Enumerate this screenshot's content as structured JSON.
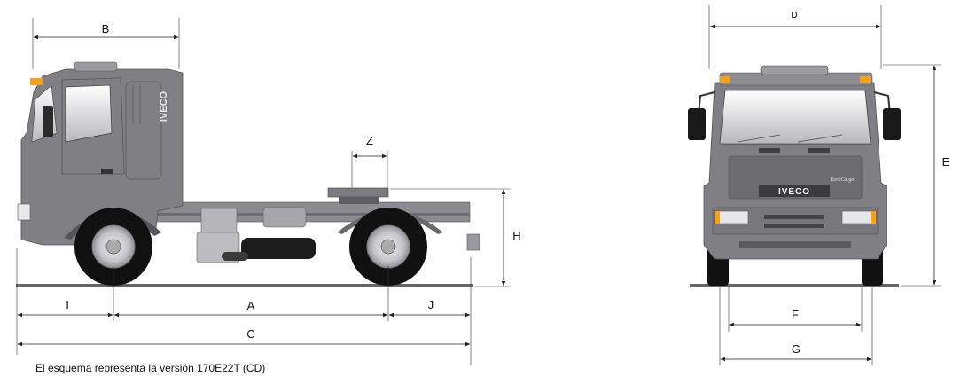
{
  "dimensions": {
    "side": {
      "A": "A",
      "B": "B",
      "C": "C",
      "H": "H",
      "I": "I",
      "J": "J",
      "Z": "Z"
    },
    "front": {
      "D": "D",
      "E": "E",
      "F": "F",
      "G": "G"
    }
  },
  "truck": {
    "side_logo": "IVECO",
    "front_logo": "IVECO",
    "front_badge": "EuroCargo"
  },
  "caption": "El esquema representa la versión 170E22T (CD)",
  "colors": {
    "body": "#7f7f84",
    "body_dark": "#5b5b60",
    "tire": "#111111",
    "rim": "#c9c9cc",
    "indicator": "#f2a21c",
    "ground": "#666666"
  }
}
